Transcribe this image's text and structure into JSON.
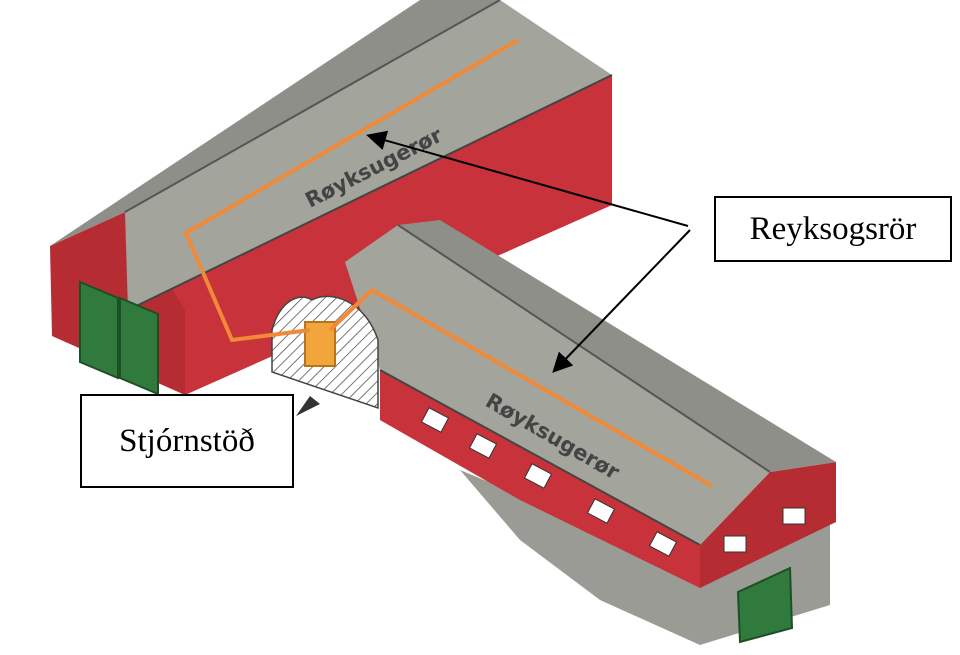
{
  "labels": {
    "upper_roof": "Røyksugerør",
    "lower_roof": "Røyksugerør",
    "callout_pipe": "Reyksogsrör",
    "callout_control": "Stjórnstöð"
  },
  "colors": {
    "wall_red": "#c8323a",
    "wall_red_dark": "#a8262d",
    "roof_gray": "#a3a49c",
    "roof_gray_dark": "#8e8f88",
    "pipe_orange": "#f08a38",
    "door_green": "#2f7a3c",
    "unit_orange": "#f2a53a",
    "foundation_gray": "#9b9b95"
  }
}
